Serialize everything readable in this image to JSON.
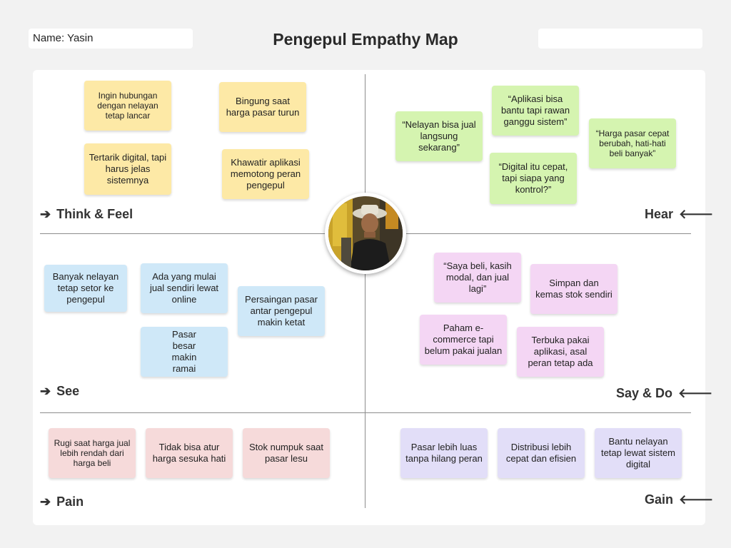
{
  "header": {
    "name_label": "Name: Yasin",
    "title": "Pengepul Empathy Map"
  },
  "sections": {
    "think_feel": "Think & Feel",
    "hear": "Hear",
    "see": "See",
    "say_do": "Say & Do",
    "pain": "Pain",
    "gain": "Gain"
  },
  "think_feel_notes": [
    "Ingin hubungan dengan nelayan tetap lancar",
    "Bingung saat harga pasar turun",
    "Tertarik digital, tapi harus jelas sistemnya",
    "Khawatir aplikasi memotong peran pengepul"
  ],
  "hear_notes": [
    "“Nelayan bisa jual langsung sekarang”",
    "“Aplikasi bisa bantu tapi rawan ganggu sistem”",
    "“Digital itu cepat, tapi siapa yang kontrol?”",
    "“Harga pasar cepat berubah, hati-hati beli banyak”"
  ],
  "see_notes": [
    "Banyak nelayan tetap setor ke pengepul",
    "Ada yang mulai jual sendiri lewat online",
    "Persaingan pasar antar pengepul makin ketat",
    "Pasar besar makin ramai"
  ],
  "say_do_notes": [
    "“Saya beli, kasih modal, dan jual lagi”",
    "Simpan dan kemas stok sendiri",
    "Paham e-commerce tapi belum pakai jualan",
    "Terbuka pakai aplikasi, asal peran tetap ada"
  ],
  "pain_notes": [
    "Rugi saat harga jual lebih rendah dari harga beli",
    "Tidak bisa atur harga sesuka hati",
    "Stok numpuk saat pasar lesu"
  ],
  "gain_notes": [
    "Pasar lebih luas tanpa hilang peran",
    "Distribusi lebih cepat dan efisien",
    "Bantu nelayan tetap lewat sistem digital"
  ],
  "icons": {
    "arrow_right": "arrow-right-icon",
    "arrow_left": "arrow-left-icon",
    "avatar": "person-photo"
  },
  "colors": {
    "think_feel": "#fde9a6",
    "hear": "#d5f4b0",
    "see": "#cfe8f8",
    "say_do": "#f4d6f4",
    "pain": "#f6dada",
    "gain": "#e2def8"
  }
}
